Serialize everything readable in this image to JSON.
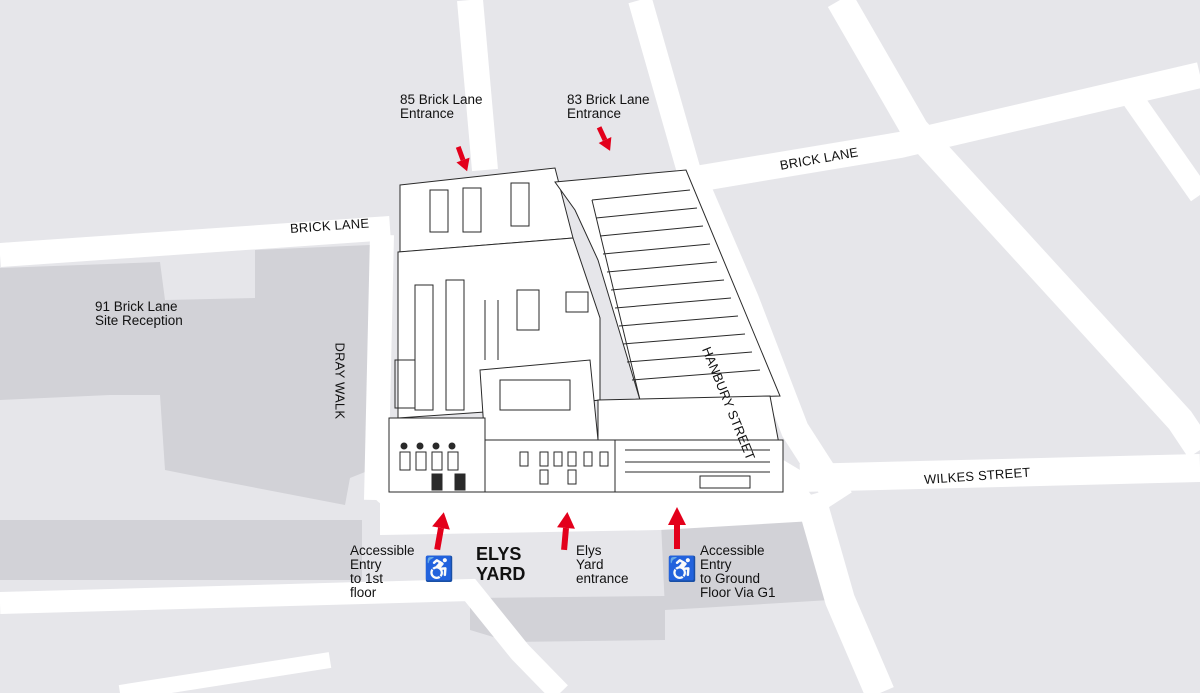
{
  "colors": {
    "background": "#e6e6ea",
    "road": "#ffffff",
    "building": "#d2d2d7",
    "arrow": "#e3001b",
    "outline": "#2a2a2a"
  },
  "streets": {
    "brick_lane_west": "BRICK LANE",
    "brick_lane_east": "BRICK LANE",
    "dray_walk": "DRAY WALK",
    "hanbury_street": "HANBURY STREET",
    "wilkes_street": "WILKES STREET"
  },
  "entrances": {
    "brick_lane_85": "85 Brick Lane\nEntrance",
    "brick_lane_83": "83 Brick Lane\nEntrance",
    "site_reception": "91 Brick Lane\nSite Reception",
    "accessible_first_floor": "Accessible\nEntry\nto 1st\nfloor",
    "elys_yard_entrance": "Elys\nYard\nentrance",
    "accessible_ground_floor": "Accessible\nEntry\nto Ground\nFloor Via G1"
  },
  "yard_label": "ELYS\nYARD",
  "icons": {
    "wheelchair": "wheelchair-icon",
    "arrow": "red-arrow-icon"
  }
}
